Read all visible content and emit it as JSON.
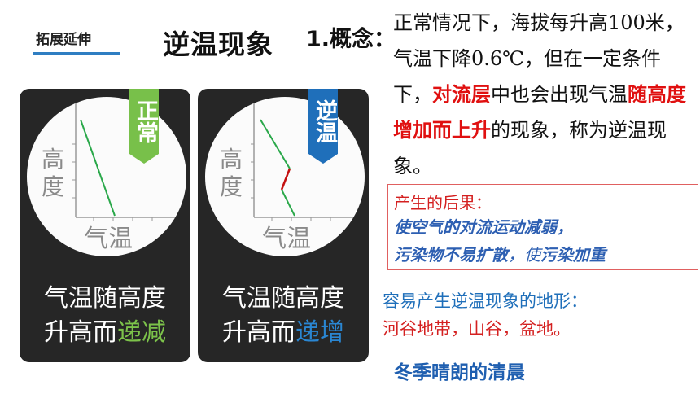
{
  "header": {
    "tag": "拓展延伸",
    "title": "逆温现象",
    "concept_label": "1.概念："
  },
  "cards": [
    {
      "banner": "正常",
      "axis_y": "高度",
      "axis_x": "气温",
      "caption_line1": "气温随高度",
      "caption_line2_prefix": "升高而",
      "caption_line2_highlight": "递减",
      "highlight_color": "#7cc24a"
    },
    {
      "banner": "逆温",
      "axis_y": "高度",
      "axis_x": "气温",
      "caption_line1": "气温随高度",
      "caption_line2_prefix": "升高而",
      "caption_line2_highlight": "递增",
      "highlight_color": "#2a86d2"
    }
  ],
  "definition": {
    "part1": "正常情况下，海拔每升高100米，气温下降0.6℃，但在一定条件下，",
    "red1": "对流层",
    "part2": "中也会出现气温",
    "red2": "随高度增加而上升",
    "part3": "的现象，称为逆温现象。"
  },
  "consequence": {
    "title": "产生的后果：",
    "line1": "使空气的对流运动减弱，",
    "line2_a": "污染物不易扩散",
    "line2_b": "，使",
    "line2_c": "污染加重"
  },
  "terrain": {
    "heading": "容易产生逆温现象的地形：",
    "values": "河谷地带，山谷，盆地。"
  },
  "time": "冬季晴朗的清晨",
  "colors": {
    "accent_blue": "#1f6fba",
    "accent_green": "#78c04a",
    "accent_red": "#e01010",
    "card_bg": "#262626"
  }
}
